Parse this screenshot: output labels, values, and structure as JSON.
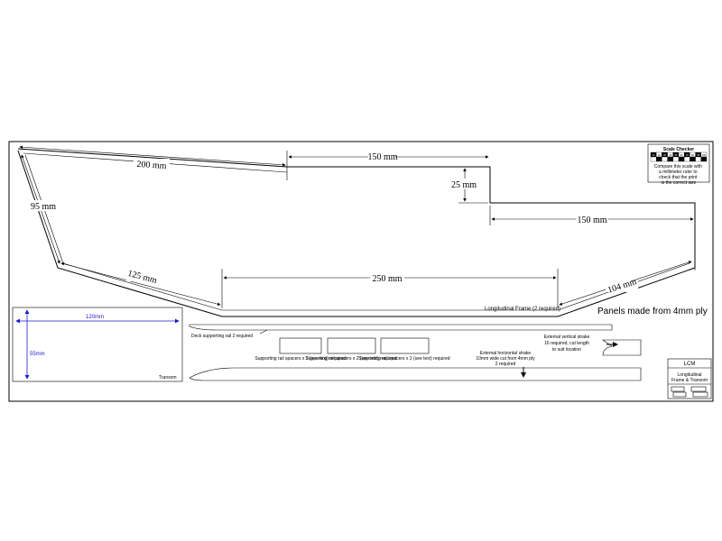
{
  "dimensions": {
    "top_left": "200 mm",
    "top_mid": "150 mm",
    "step": "25 mm",
    "top_right": "150 mm",
    "left_slant": "95 mm",
    "lower_left": "125 mm",
    "lower_mid": "250 mm",
    "lower_right": "104 mm"
  },
  "frame_label": "Longitudinal Frame (2 required)",
  "panels_note": "Panels made from 4mm ply",
  "scale_checker": {
    "title": "Scale Checker",
    "cells": [
      "10",
      "20",
      "30",
      "40",
      "50",
      "60",
      "70",
      "80",
      "90",
      "100"
    ],
    "text": "Compare this scale with a millimeter ruler to check that the print is the correct size"
  },
  "transom": {
    "width_label": "120mm",
    "height_label": "55mm",
    "label": "Transom"
  },
  "deck_rail": "Deck supporting rail 2 required",
  "spacers": [
    "Supporting rail spacers x 2 (see text) required",
    "Supporting rail spacers x 2 (see text) required",
    "Supporting rail spacers x 2 (see text) required"
  ],
  "horizontal_strake": [
    "External horizontal strake",
    "10mm wide cut from 4mm ply",
    "2 required"
  ],
  "vertical_strake": [
    "External vertical strake",
    "16 required, cut length",
    "to suit location"
  ],
  "title_block": {
    "name": "LCM",
    "subtitle": "Longitudinal Frame & Transom"
  }
}
